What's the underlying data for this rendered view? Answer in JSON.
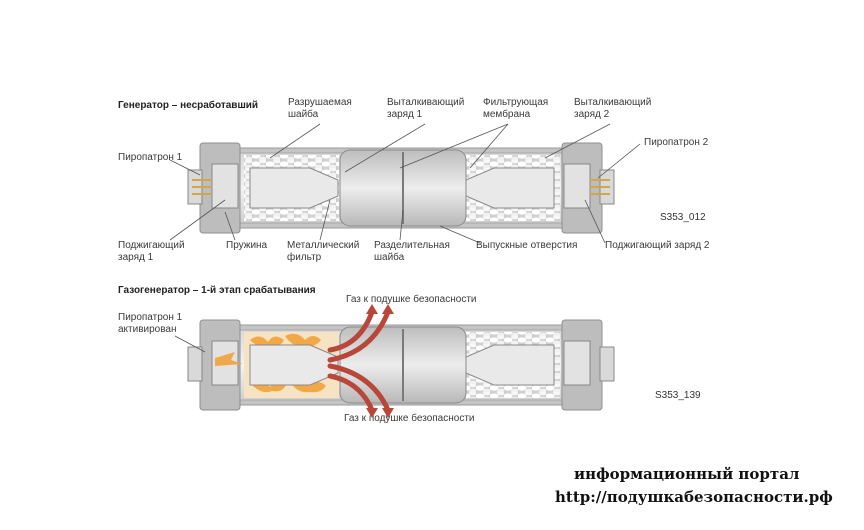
{
  "diagram1": {
    "title": "Генератор – несработавший",
    "code": "S353_012",
    "labels": {
      "destructible_washer": [
        "Разрушаемая",
        "шайба"
      ],
      "push_charge_1": [
        "Выталкивающий",
        "заряд 1"
      ],
      "filter_membrane": [
        "Фильтрующая",
        "мембрана"
      ],
      "push_charge_2": [
        "Выталкивающий",
        "заряд 2"
      ],
      "squib_1": "Пиропатрон 1",
      "squib_2": "Пиропатрон 2",
      "igniter_1": [
        "Поджигающий",
        "заряд 1"
      ],
      "spring": "Пружина",
      "metal_filter": [
        "Металлический",
        "фильтр"
      ],
      "separator_washer": [
        "Разделительная",
        "шайба"
      ],
      "outlet_holes": "Выпускные отверстия",
      "igniter_2": "Поджигающий заряд 2"
    }
  },
  "diagram2": {
    "title": "Газогенератор – 1-й этап срабатывания",
    "code": "S353_139",
    "labels": {
      "squib_1_active": [
        "Пиропатрон 1",
        "активирован"
      ],
      "gas_top": "Газ к подушке безопасности",
      "gas_bottom": "Газ к подушке безопасности"
    }
  },
  "footer": {
    "line1": "информационный портал",
    "line2": "http://подушкабезопасности.рф"
  },
  "colors": {
    "housing": "#c9c9c9",
    "inner": "#e6e6e6",
    "pellet": "#ffffff",
    "flame": "#f3a23a",
    "gas_arrow": "#b8473a"
  }
}
